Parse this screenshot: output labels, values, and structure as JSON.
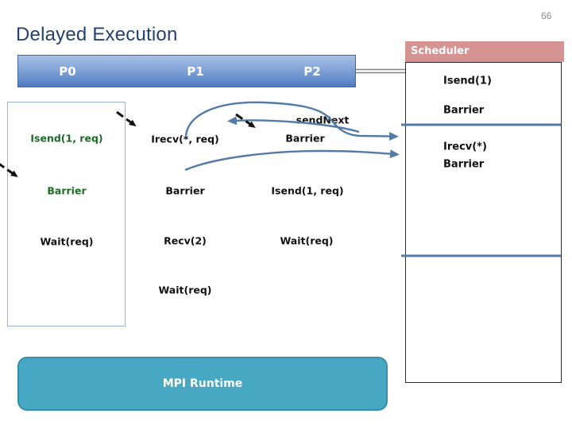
{
  "page": {
    "title": "Delayed Execution",
    "number": "66"
  },
  "process_bar": {
    "labels": [
      "P0",
      "P1",
      "P2"
    ]
  },
  "traces": {
    "p0": [
      "Isend(1, req)",
      "Barrier",
      "Wait(req)"
    ],
    "p1": [
      "Irecv(*, req)",
      "Barrier",
      "Recv(2)",
      "Wait(req)"
    ],
    "p2": [
      "sendNext",
      "Barrier",
      "Isend(1, req)",
      "Wait(req)"
    ]
  },
  "scheduler": {
    "title": "Scheduler",
    "entries": [
      "Isend(1)",
      "Barrier",
      "Irecv(*)",
      "Barrier"
    ]
  },
  "mpi_runtime": {
    "label": "MPI Runtime"
  },
  "colors": {
    "title-navy": "#24426E",
    "bar-top": "#A6C0E6",
    "bar-bottom": "#4F7CC1",
    "bar-border": "#3E68A4",
    "green-text": "#1A6B25",
    "black-text": "#111111",
    "scheduler-pink": "#D59492",
    "line-blue": "#527BA8",
    "runtime-teal": "#47A8C4",
    "runtime-border": "#3B8CA6",
    "box-border-blue": "#9AB4D8",
    "gray-text": "#8C8C8C"
  }
}
